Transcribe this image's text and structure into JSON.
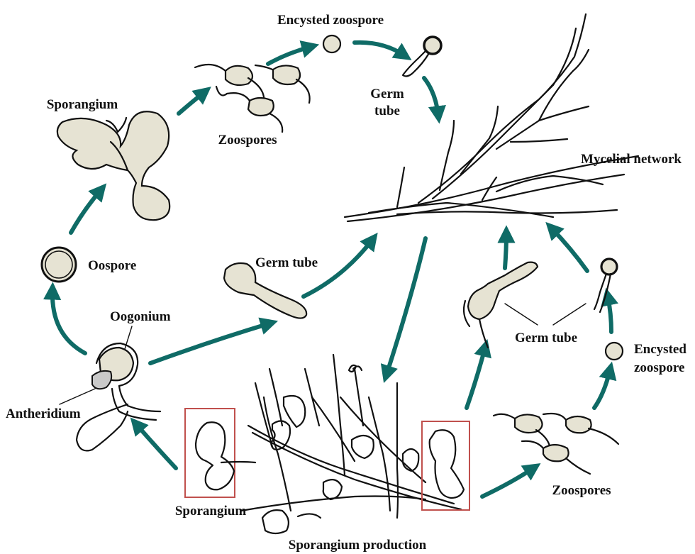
{
  "labels": {
    "encysted_zoospore_top": "Encysted zoospore",
    "germ_tube_top_line1": "Germ",
    "germ_tube_top_line2": "tube",
    "sporangium_top": "Sporangium",
    "zoospores_top": "Zoospores",
    "mycelial_network": "Mycelial network",
    "oospore": "Oospore",
    "germ_tube_middle": "Germ tube",
    "oogonium": "Oogonium",
    "antheridium": "Antheridium",
    "germ_tube_right": "Germ tube",
    "encysted_zoospore_right_line1": "Encysted",
    "encysted_zoospore_right_line2": "zoospore",
    "sporangium_bottom": "Sporangium",
    "zoospores_bottom": "Zoospores",
    "sporangium_production": "Sporangium production"
  },
  "colors": {
    "arrow": "#0f6b66",
    "spore_fill": "#e6e3d3",
    "highlight_box": "#c0504d",
    "ink": "#111111"
  }
}
